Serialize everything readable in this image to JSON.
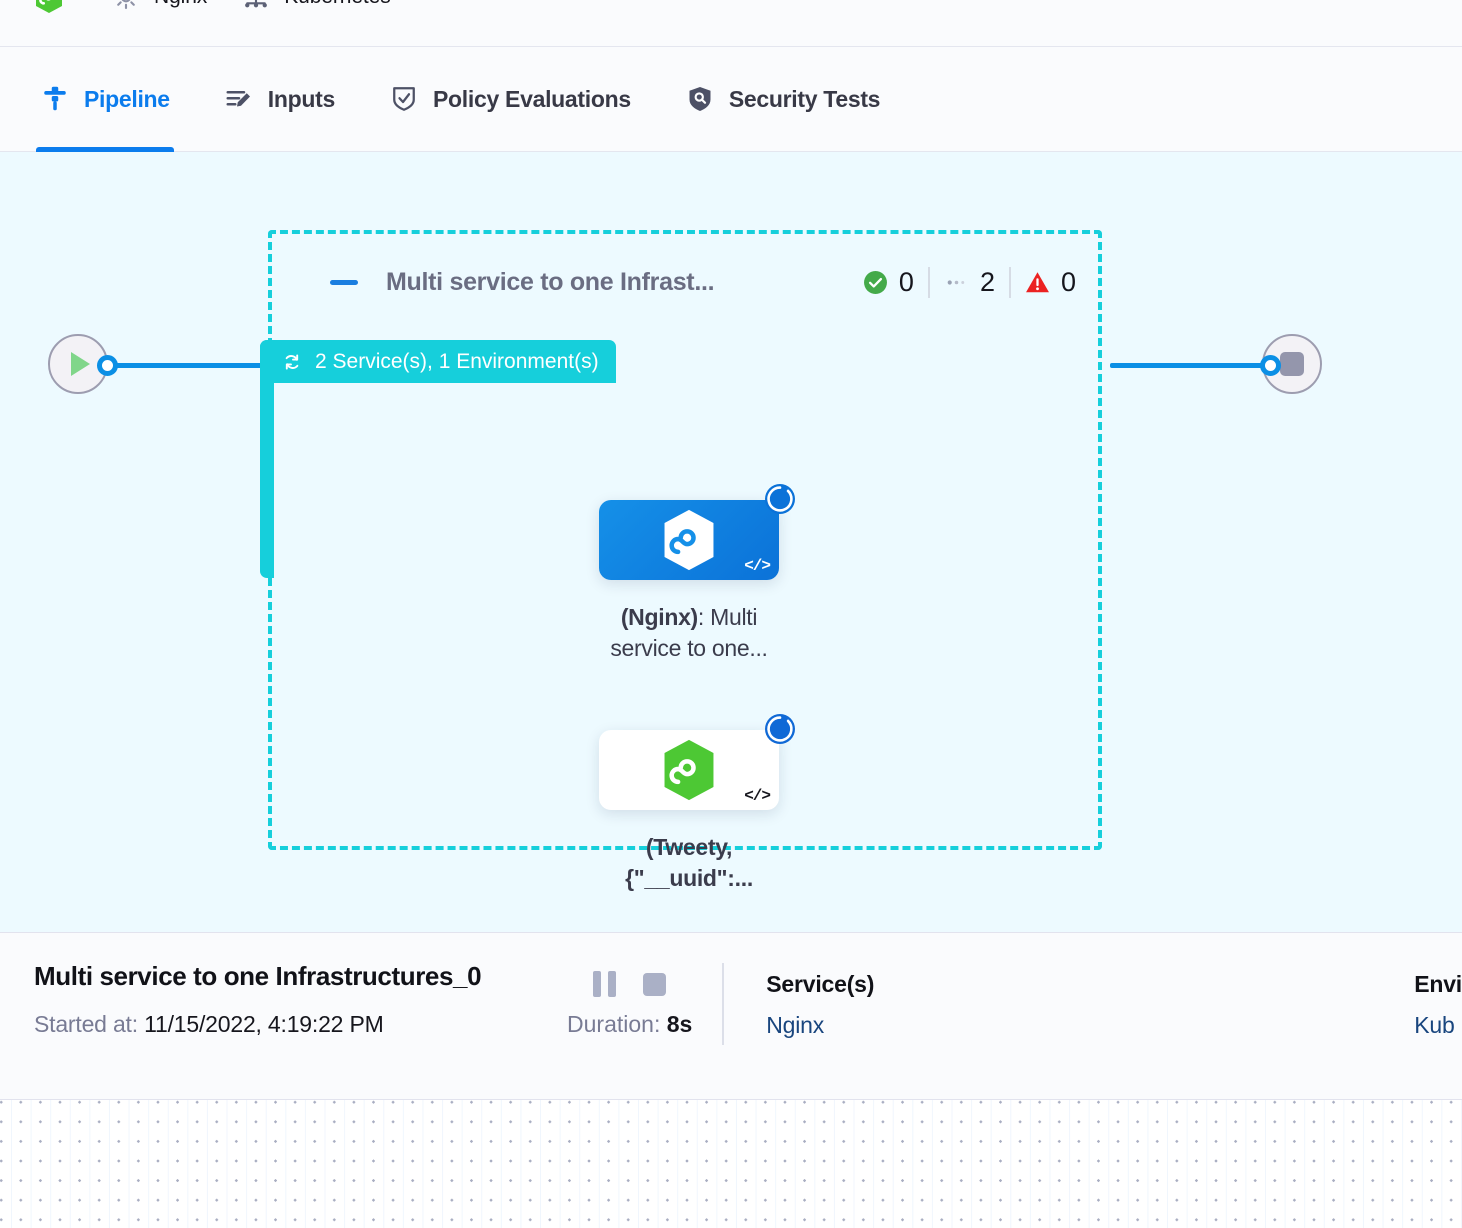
{
  "breadcrumb": {
    "items": [
      {
        "icon": "green-hexagon-logo-icon",
        "label": ""
      },
      {
        "icon": "gear-icon",
        "label": "Nginx"
      },
      {
        "icon": "kubernetes-icon",
        "label": "Kubernetes"
      }
    ]
  },
  "tabs": [
    {
      "id": "pipeline",
      "label": "Pipeline",
      "icon": "pipeline-icon",
      "active": true
    },
    {
      "id": "inputs",
      "label": "Inputs",
      "icon": "inputs-icon",
      "active": false
    },
    {
      "id": "policy",
      "label": "Policy Evaluations",
      "icon": "shield-check-icon",
      "active": false
    },
    {
      "id": "security",
      "label": "Security Tests",
      "icon": "shield-scan-icon",
      "active": false
    }
  ],
  "canvas": {
    "start_node": {
      "name": "start-node",
      "icon": "play-icon"
    },
    "end_node": {
      "name": "end-node",
      "icon": "stop-icon"
    },
    "group": {
      "pill_label": "2 Service(s), 1 Environment(s)",
      "pill_icon": "loop-repeat-icon",
      "title": "Multi service to one Infrast...",
      "collapse_icon": "collapse-dash-icon",
      "counts": [
        {
          "icon": "success-check-icon",
          "value": "0"
        },
        {
          "icon": "running-dots-icon",
          "value": "2"
        },
        {
          "icon": "error-warning-icon",
          "value": "0"
        }
      ]
    },
    "services": [
      {
        "id": "nginx-node",
        "card_style": "blue",
        "logo_icon": "harness-hexagon-white-icon",
        "badge_icon": "loading-spinner-icon",
        "code_icon": "code-brackets-icon",
        "label_bold": "(Nginx)",
        "label_rest": ": Multi service to one..."
      },
      {
        "id": "tweety-node",
        "card_style": "white",
        "logo_icon": "harness-hexagon-green-icon",
        "badge_icon": "loading-spinner-icon",
        "code_icon": "code-brackets-icon",
        "label_bold": "(Tweety,",
        "label_rest": "{\"__uuid\":..."
      }
    ]
  },
  "footer": {
    "title": "Multi service to one Infrastructures_0",
    "started_label": "Started at:",
    "started_value": "11/15/2022, 4:19:22 PM",
    "pause_icon": "pause-icon",
    "stop_icon": "stop-icon",
    "duration_label": "Duration:",
    "duration_value": "8s",
    "services_header": "Service(s)",
    "services_value": "Nginx",
    "environments_header": "Envi",
    "environments_value": "Kub"
  },
  "colors": {
    "accent_blue": "#0b7ced",
    "group_teal": "#16cfdb",
    "canvas_bg": "#edfaff",
    "success_green": "#44aa4a",
    "error_red": "#eb2222",
    "link_navy": "#18457e"
  }
}
